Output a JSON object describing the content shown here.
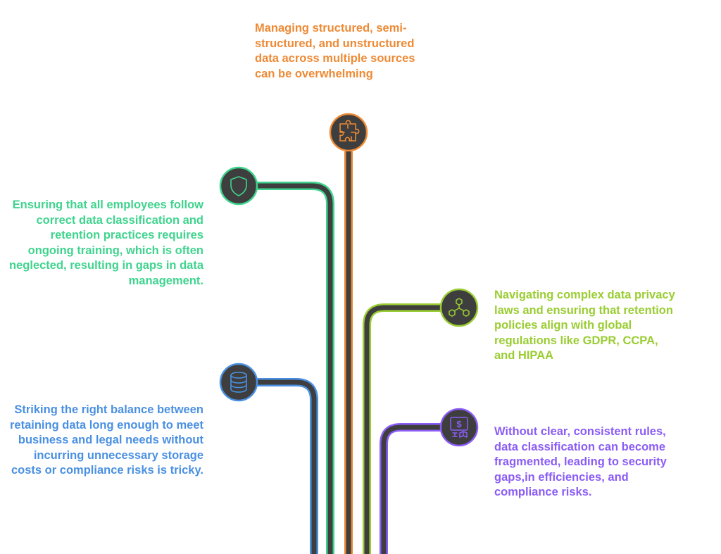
{
  "items": [
    {
      "id": "unstructured-data",
      "text": "Managing structured, semi-structured, and unstructured data across multiple sources can be overwhelming",
      "color": "#EE8A35",
      "icon": "puzzle-icon"
    },
    {
      "id": "employee-training",
      "text": "Ensuring that all employees follow correct data classification and retention practices requires ongoing training, which is often neglected, resulting in gaps in data management.",
      "color": "#3FD48E",
      "icon": "shield-icon"
    },
    {
      "id": "privacy-laws",
      "text": "Navigating complex data privacy laws and ensuring that retention policies align with global regulations like GDPR, CCPA, and HIPAA",
      "color": "#9ACD32",
      "icon": "network-cubes-icon"
    },
    {
      "id": "retention-balance",
      "text": "Striking the right balance between retaining data long enough to meet business and legal needs without incurring unnecessary storage costs or compliance risks is tricky.",
      "color": "#4A90E2",
      "icon": "database-icon"
    },
    {
      "id": "inconsistent-rules",
      "text": "Without clear, consistent rules, data classification can become fragmented, leading to security gaps,in efficiencies, and compliance risks.",
      "color": "#8B5CF6",
      "icon": "dollar-presentation-icon"
    }
  ],
  "style": {
    "dark_fill": "#3E3E3E"
  }
}
